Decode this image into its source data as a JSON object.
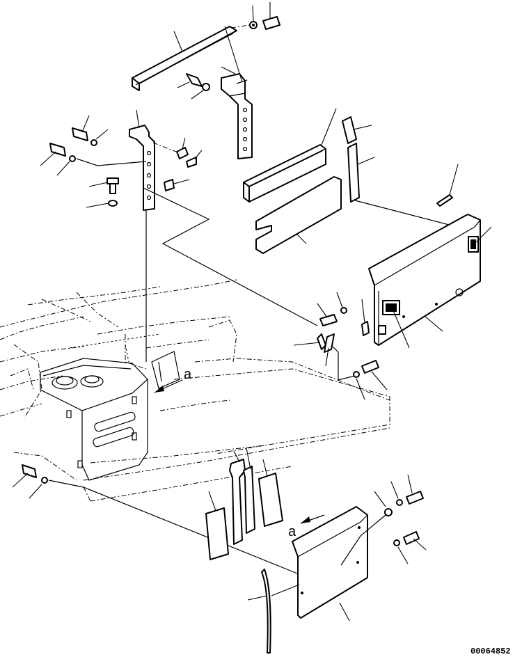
{
  "view_labels": {
    "view_a_on_frame": "a",
    "view_a_on_cover": "a"
  },
  "drawing_number": "00064852"
}
